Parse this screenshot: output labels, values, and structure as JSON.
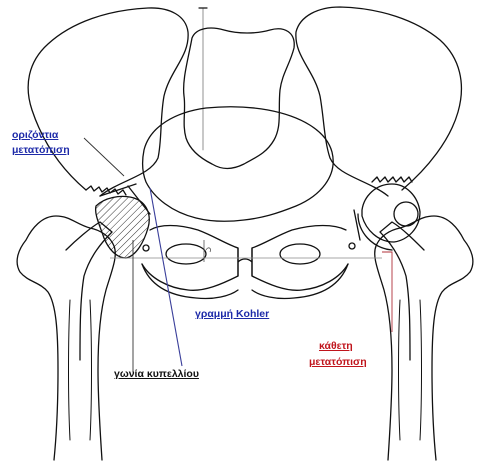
{
  "labels": {
    "horizontal_shift_line1": "οριζόντια",
    "horizontal_shift_line2": "μετατόπιση",
    "kohler_line": "γραμμή Kohler",
    "vertical_shift_line1": "κάθετη",
    "vertical_shift_line2": "μετατόπιση",
    "cup_angle": "γωνία κυπελλίου"
  },
  "colors": {
    "outline": "#111111",
    "blue_label": "#1d2aa8",
    "red_label": "#c0141c",
    "kohler_line": "#3a3f9a",
    "vertical_shift_line": "#b0303a",
    "guide_line": "#8a8a8a"
  }
}
